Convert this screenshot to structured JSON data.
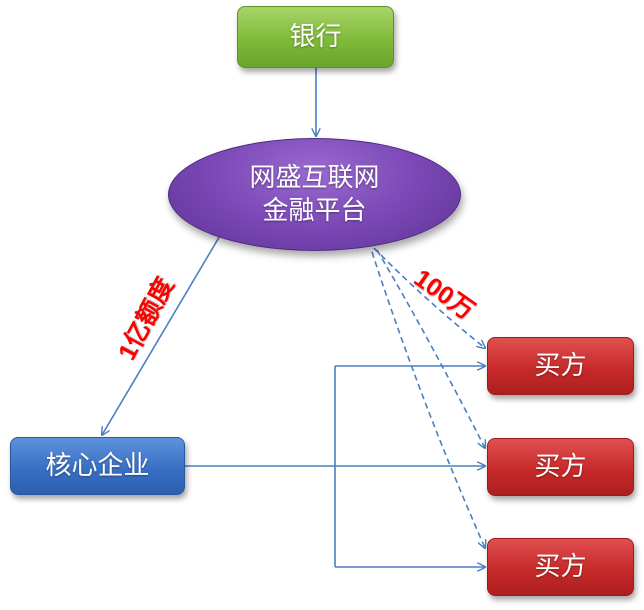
{
  "nodes": {
    "bank": "银行",
    "platform_line1": "网盛互联网",
    "platform_line2": "金融平台",
    "core": "核心企业",
    "buyers": [
      "买方",
      "买方",
      "买方"
    ]
  },
  "edge_labels": {
    "credit": "1亿额度",
    "amount": "100万"
  },
  "colors": {
    "bank": "#7fba3a",
    "platform": "#7b48b6",
    "core": "#3a70c4",
    "buyer": "#c72a2a",
    "edge": "#4a7fc1",
    "label": "#ff0000"
  }
}
